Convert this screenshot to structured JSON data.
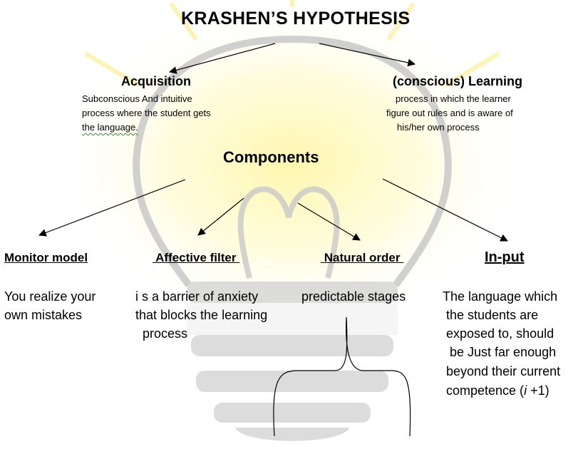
{
  "title": "KRASHEN’S HYPOTHESIS",
  "acquisition": {
    "heading": "Acquisition",
    "lines": [
      "Subconscious And intuitive",
      "process where the student gets",
      "the language."
    ]
  },
  "learning": {
    "heading": "(conscious) Learning",
    "lines": [
      "process in which the learner",
      "figure out rules and is aware of",
      "his/her own process"
    ]
  },
  "components": "Components",
  "monitor": {
    "heading": "Monitor model ",
    "lines": [
      "You realize your",
      "own mistakes"
    ]
  },
  "affective": {
    "heading": " Affective filter ",
    "lines": [
      "i s a barrier of anxiety",
      "that blocks the learning",
      "  process"
    ]
  },
  "natural": {
    "heading": " Natural order ",
    "lines": [
      "predictable stages"
    ]
  },
  "input": {
    "heading": "In-put",
    "lines": [
      "The language which",
      " the students are",
      " exposed to, should",
      "  be Just far enough",
      " beyond their current",
      " competence ("
    ],
    "formula_var": "i",
    "formula_rest": " +1)"
  },
  "colors": {
    "glow": "#fff6a8",
    "bulb_outline": "#c8c8c8",
    "line": "#000000"
  },
  "icons": [
    "lightbulb-icon"
  ]
}
